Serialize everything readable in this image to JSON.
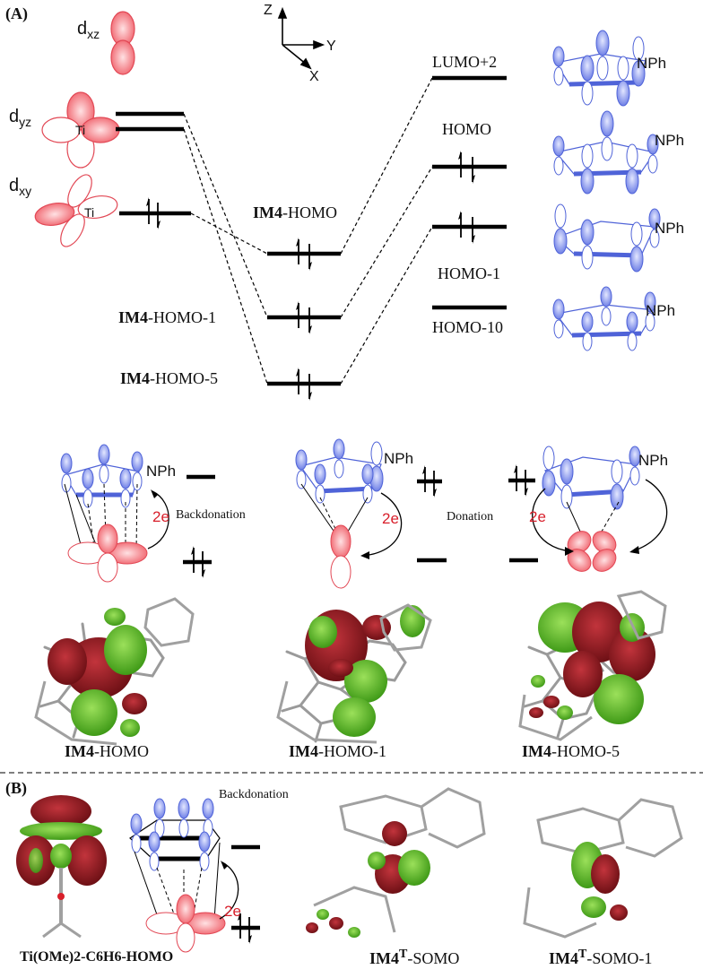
{
  "panel_a": {
    "label": "(A)",
    "ti_orbitals": {
      "dxz": {
        "main": "d",
        "sub": "xz"
      },
      "dyz": {
        "main": "d",
        "sub": "yz"
      },
      "dxy": {
        "main": "d",
        "sub": "xy"
      },
      "ti_text": "Ti"
    },
    "axes": {
      "z": "Z",
      "y": "Y",
      "x": "X"
    },
    "im4_levels": [
      {
        "bold": "IM4",
        "rest": "-HOMO"
      },
      {
        "bold": "IM4",
        "rest": "-HOMO-1"
      },
      {
        "bold": "IM4",
        "rest": "-HOMO-5"
      }
    ],
    "ligand_levels": [
      "LUMO+2",
      "HOMO",
      "HOMO-1",
      "HOMO-10"
    ],
    "nph": "NPh",
    "interactions": {
      "backdonation": "Backdonation",
      "donation": "Donation",
      "electrons": "2e"
    },
    "mo_captions": [
      {
        "bold": "IM4",
        "rest": "-HOMO"
      },
      {
        "bold": "IM4",
        "rest": "-HOMO-1"
      },
      {
        "bold": "IM4",
        "rest": "-HOMO-5"
      }
    ]
  },
  "panel_b": {
    "label": "(B)",
    "backdonation": "Backdonation",
    "electrons": "2e",
    "captions": [
      {
        "text": "Ti(OMe)2-C6H6-HOMO"
      },
      {
        "bold": "IM4",
        "sup": "T",
        "rest": "-SOMO"
      },
      {
        "bold": "IM4",
        "sup": "T",
        "rest": "-SOMO-1"
      }
    ]
  },
  "colors": {
    "ti_lobe": "#f06b73",
    "ligand_lobe": "#5a6fe0",
    "mo_red": "#8e1c22",
    "mo_green": "#5fbf2a"
  }
}
